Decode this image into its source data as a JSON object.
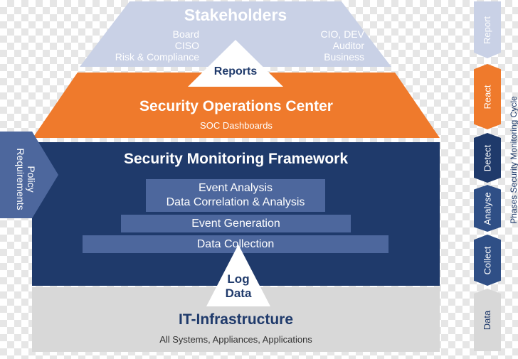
{
  "stakeholders": {
    "title": "Stakeholders",
    "left_lines": [
      "Board",
      "CISO",
      "Risk & Compliance"
    ],
    "right_lines": [
      "CIO, DEV",
      "Auditor",
      "Business"
    ]
  },
  "reports_label": "Reports",
  "soc": {
    "title": "Security Operations Center",
    "subtitle": "SOC Dashboards"
  },
  "framework": {
    "title": "Security Monitoring Framework",
    "event_analysis": [
      "Event Analysis",
      "Data Correlation & Analysis"
    ],
    "event_generation": "Event Generation",
    "data_collection": "Data Collection"
  },
  "log_data": [
    "Log",
    "Data"
  ],
  "infrastructure": {
    "title": "IT-Infrastructure",
    "subtitle": "All Systems, Appliances, Applications"
  },
  "policy": [
    "Policy",
    "Requirements"
  ],
  "phases": {
    "report": "Report",
    "react": "React",
    "detect": "Detect",
    "analyse": "Analyse",
    "collect": "Collect",
    "data": "Data"
  },
  "cycle_label": "Phases Security Monitoring Cycle",
  "colors": {
    "navy": "#1f3a6b",
    "orange": "#ef7a2c",
    "light_blue": "#c9d1e6",
    "mid_blue": "#4d679d",
    "gray": "#d8d8d8"
  }
}
